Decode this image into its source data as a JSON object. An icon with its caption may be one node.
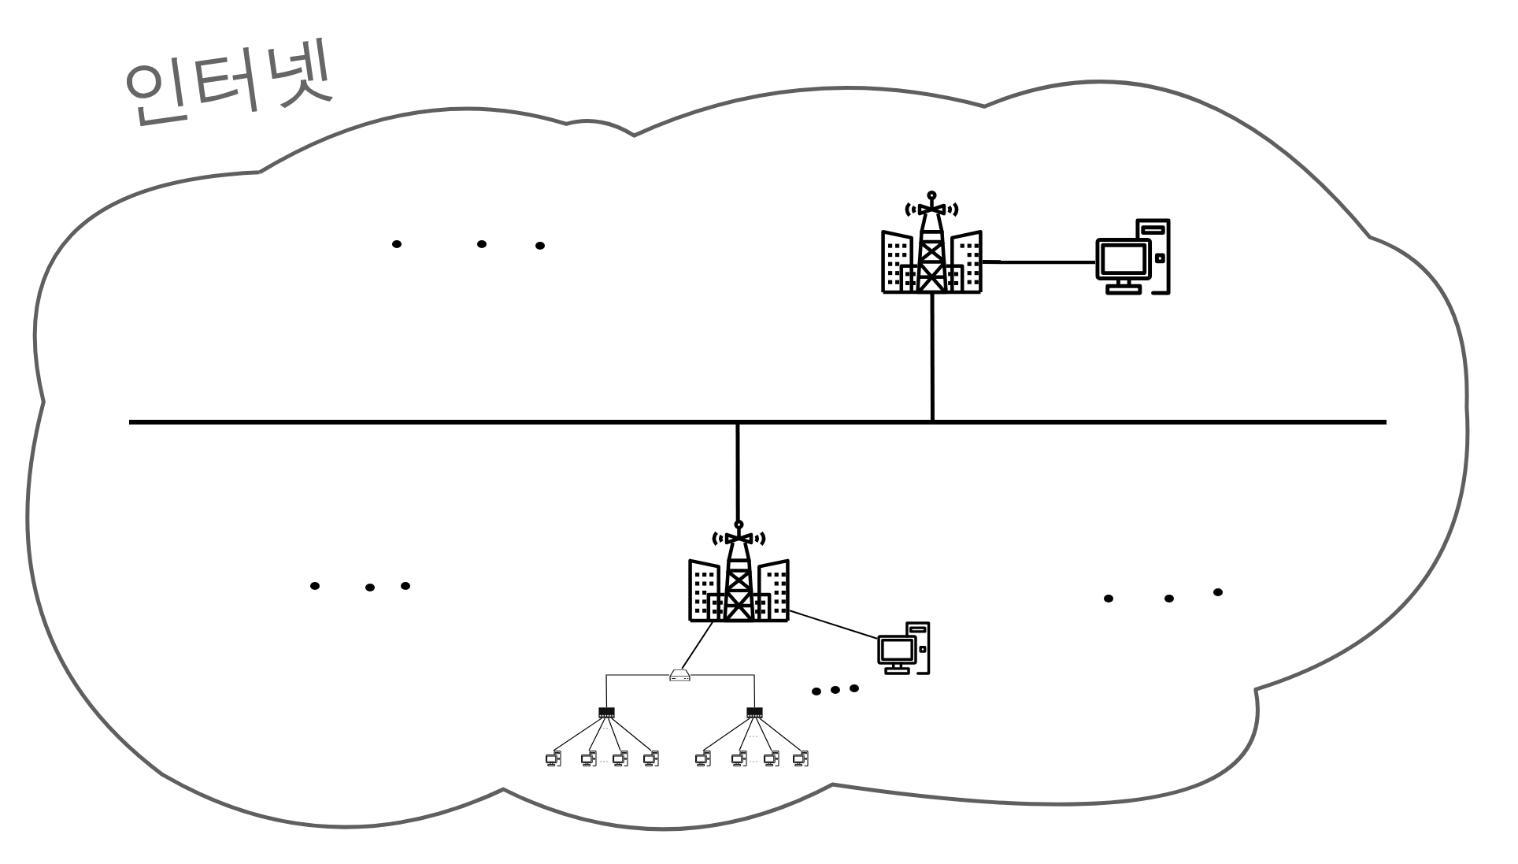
{
  "diagram": {
    "nodes": [
      {
        "text": [
          "인터넷"
        ]
      },
      {
        "text": [],
        "shape": "bar",
        "in": 0
      },
      {
        "text": [],
        "shape": "picture",
        "in": 0
      },
      {
        "text": [],
        "shape": "picture",
        "in": 0
      },
      {
        "text": [],
        "shape": "picture",
        "in": 0
      },
      {
        "text": [],
        "shape": "picture",
        "in": 0
      },
      {
        "text": [],
        "shape": "picture",
        "in": 0
      },
      {
        "text": [],
        "shape": "picture",
        "in": 0
      },
      {
        "text": [],
        "shape": "picture",
        "in": 0
      },
      {
        "text": [],
        "shape": "picture",
        "in": 0
      },
      {
        "text": [],
        "shape": "picture",
        "in": 0
      },
      {
        "text": [],
        "shape": "picture",
        "in": 0
      },
      {
        "text": [],
        "shape": "picture",
        "in": 0
      },
      {
        "text": [],
        "shape": "picture",
        "in": 0
      },
      {
        "text": [],
        "shape": "picture",
        "in": 0
      },
      {
        "text": [],
        "shape": "picture",
        "in": 0
      },
      {
        "text": [],
        "shape": "picture",
        "in": 0
      }
    ],
    "edges": [
      {
        "from": 2,
        "to": 1,
        "arrow": "none",
        "style": "thick"
      },
      {
        "from": 2,
        "to": 3,
        "arrow": "none",
        "style": "thick"
      },
      {
        "from": 1,
        "to": 4,
        "arrow": "none",
        "style": "thick"
      },
      {
        "from": 4,
        "to": 5,
        "arrow": "none"
      },
      {
        "from": 4,
        "to": 6,
        "arrow": "none"
      },
      {
        "from": 6,
        "to": 7,
        "arrow": "none"
      },
      {
        "from": 6,
        "to": 8,
        "arrow": "none"
      },
      {
        "from": 7,
        "to": 9,
        "arrow": "none"
      },
      {
        "from": 7,
        "to": 10,
        "arrow": "none"
      },
      {
        "from": 7,
        "to": 11,
        "arrow": "none"
      },
      {
        "from": 7,
        "to": 12,
        "arrow": "none"
      },
      {
        "from": 8,
        "to": 13,
        "arrow": "none"
      },
      {
        "from": 8,
        "to": 14,
        "arrow": "none"
      },
      {
        "from": 8,
        "to": 15,
        "arrow": "none"
      },
      {
        "from": 8,
        "to": 16,
        "arrow": "none"
      }
    ]
  }
}
